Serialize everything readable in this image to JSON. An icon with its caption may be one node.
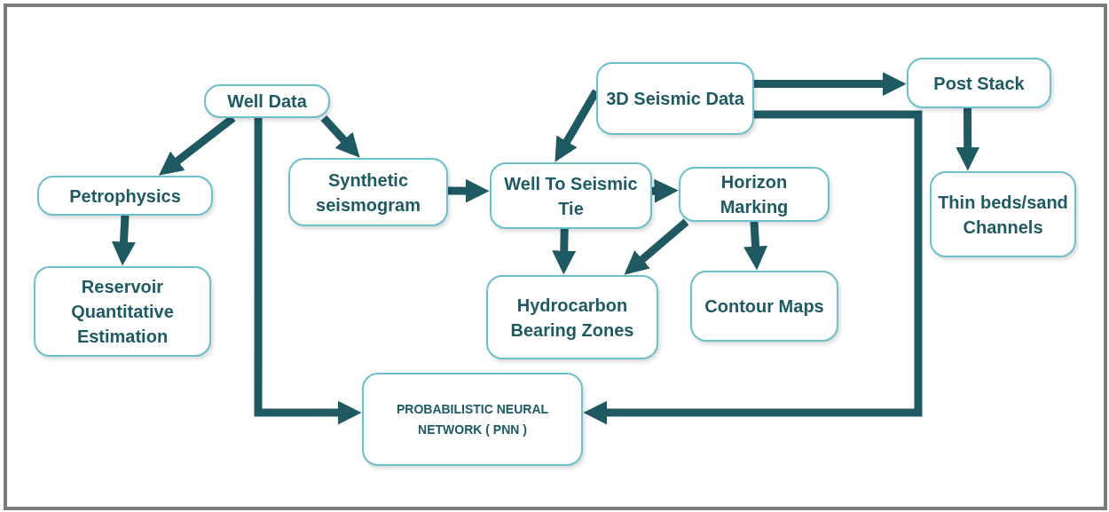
{
  "diagram": {
    "nodes": [
      {
        "text": [
          "Well Data"
        ]
      },
      {
        "text": [
          "3D Seismic Data"
        ]
      },
      {
        "text": [
          "Post Stack"
        ]
      },
      {
        "text": [
          "Petrophysics"
        ]
      },
      {
        "text": [
          "Synthetic seismogram"
        ]
      },
      {
        "text": [
          "Well To Seismic Tie"
        ]
      },
      {
        "text": [
          "Horizon Marking"
        ]
      },
      {
        "text": [
          "Thin beds/sand Channels"
        ]
      },
      {
        "text": [
          "Reservoir Quantitative Estimation"
        ]
      },
      {
        "text": [
          "Hydrocarbon Bearing Zones"
        ]
      },
      {
        "text": [
          "Contour Maps"
        ]
      },
      {
        "text": [
          "PROBABILISTIC NEURAL NETWORK ( PNN )"
        ]
      }
    ],
    "edges": [
      {
        "from": 0,
        "to": 3,
        "arrow": "to"
      },
      {
        "from": 0,
        "to": 4,
        "arrow": "to"
      },
      {
        "from": 0,
        "to": 11,
        "arrow": "to"
      },
      {
        "from": 1,
        "to": 5,
        "arrow": "to"
      },
      {
        "from": 1,
        "to": 2,
        "arrow": "to"
      },
      {
        "from": 1,
        "to": 11,
        "arrow": "to"
      },
      {
        "from": 2,
        "to": 7,
        "arrow": "to"
      },
      {
        "from": 3,
        "to": 8,
        "arrow": "to"
      },
      {
        "from": 4,
        "to": 5,
        "arrow": "to"
      },
      {
        "from": 5,
        "to": 6,
        "arrow": "to"
      },
      {
        "from": 5,
        "to": 9,
        "arrow": "to"
      },
      {
        "from": 6,
        "to": 9,
        "arrow": "to"
      },
      {
        "from": 6,
        "to": 10,
        "arrow": "to"
      }
    ]
  }
}
